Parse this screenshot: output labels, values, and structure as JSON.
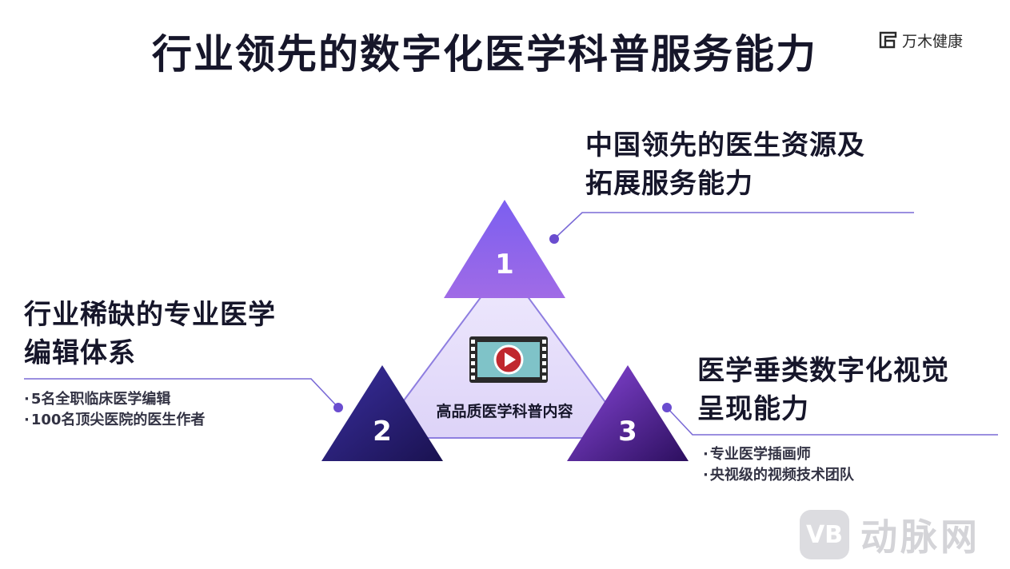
{
  "title": "行业领先的数字化医学科普服务能力",
  "logo": {
    "text": "万木健康",
    "icon": "logo-mark-icon"
  },
  "center": {
    "label": "高品质医学科普内容",
    "icon": "video-play-icon"
  },
  "items": [
    {
      "number": "1",
      "heading_line1": "中国领先的医生资源及",
      "heading_line2": "拓展服务能力",
      "bullets": []
    },
    {
      "number": "2",
      "heading_line1": "行业稀缺的专业医学",
      "heading_line2": "编辑体系",
      "bullets": [
        "5名全职临床医学编辑",
        "100名顶尖医院的医生作者"
      ]
    },
    {
      "number": "3",
      "heading_line1": "医学垂类数字化视觉",
      "heading_line2": "呈现能力",
      "bullets": [
        "专业医学插画师",
        "央视级的视频技术团队"
      ]
    }
  ],
  "watermark": {
    "mark": "VB",
    "text": "动脉网"
  },
  "colors": {
    "accent": "#6a4ccf",
    "tri1_top": "#7b5ff0",
    "tri1_bottom": "#a06be6",
    "tri2_top": "#3a2fa0",
    "tri2_bottom": "#1a1250",
    "tri3_top": "#7c3fd0",
    "tri3_bottom": "#2c0f5e",
    "center_fill": "#e9e3fb",
    "line": "#7a6ad6"
  }
}
